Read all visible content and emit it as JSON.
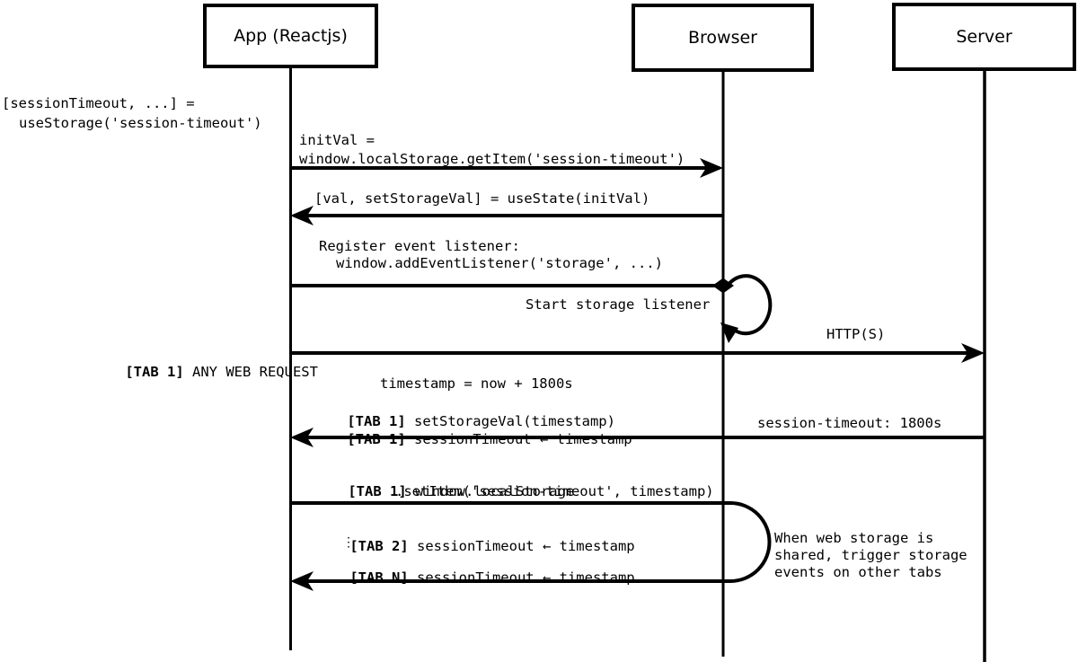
{
  "actors": {
    "app": "App (Reactjs)",
    "browser": "Browser",
    "server": "Server"
  },
  "left_annotation": {
    "line1": "[sessionTimeout, ...] =",
    "line2": "useStorage('session-timeout')"
  },
  "messages": {
    "get_item": {
      "line1": "initVal =",
      "line2": "window.localStorage.getItem('session-timeout')"
    },
    "use_state": "[val, setStorageVal] = useState(initVal)",
    "register_listener": {
      "line1": "Register event listener:",
      "line2": "window.addEventListener('storage', ...)"
    },
    "start_listener": "Start storage listener",
    "web_request": {
      "tab": "[TAB 1]",
      "text": " ANY WEB REQUEST"
    },
    "http": "HTTP(S)",
    "timeout_update": {
      "line1": "timestamp = now + 1800s",
      "line2_tab": "[TAB 1]",
      "line2_text": " setStorageVal(timestamp)",
      "line3_tab": "[TAB 1]",
      "line3_text": " sessionTimeout ← timestamp"
    },
    "server_response": "session-timeout: 1800s",
    "set_item": {
      "line1_tab": "[TAB 1]",
      "line1_text": " window.localStorage",
      "line2": ".setItem('session-timeout', timestamp)"
    },
    "broadcast": {
      "line1_tab": "[TAB 2]",
      "line1_text": " sessionTimeout ← timestamp",
      "ellipsis": "⋮",
      "line2_tab": "[TAB N]",
      "line2_text": " sessionTimeout ← timestamp"
    },
    "note": {
      "line1": "When web storage is",
      "line2": "shared, trigger storage",
      "line3": "events on other tabs"
    }
  },
  "colors": {
    "background": "#ffffff",
    "line": "#000000",
    "text": "#000000"
  }
}
